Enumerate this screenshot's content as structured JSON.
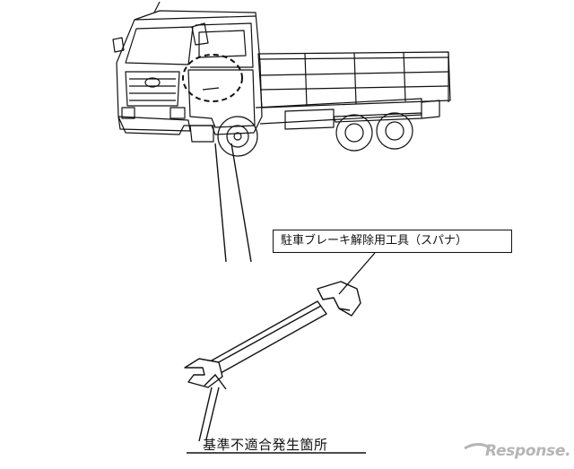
{
  "callouts": {
    "tool_label": "駐車ブレーキ解除用工具（スパナ）",
    "defect_label": "基準不適合発生箇所"
  },
  "watermark": {
    "text": "Response."
  },
  "colors": {
    "line": "#111111",
    "watermark": "#b5b5b5"
  }
}
